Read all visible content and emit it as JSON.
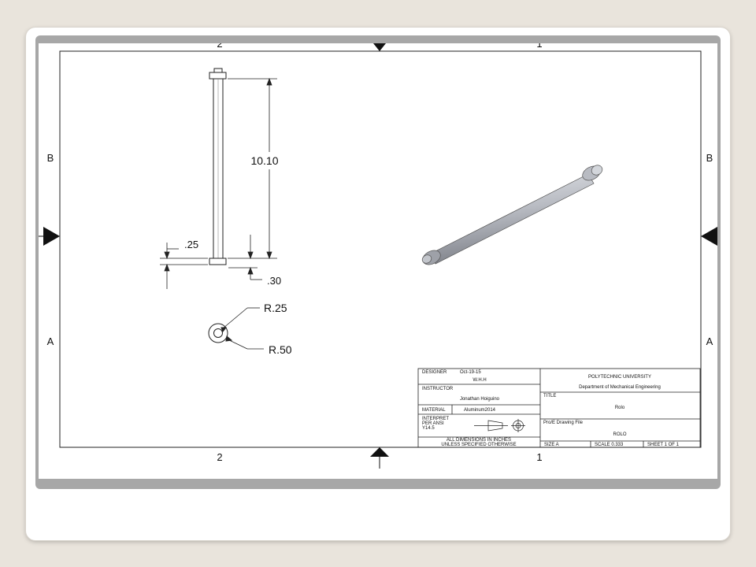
{
  "zones": {
    "top_left": "2",
    "top_right": "1",
    "bottom_left": "2",
    "bottom_right": "1",
    "left_upper": "B",
    "left_lower": "A",
    "right_upper": "B",
    "right_lower": "A"
  },
  "dimensions": {
    "length": "10.10",
    "flange_thickness": ".25",
    "end_gap": ".30",
    "inner_radius": "R.25",
    "outer_radius": "R.50"
  },
  "title_block": {
    "designer_label": "DESIGNER",
    "date": "Oct-19-15",
    "designer": "W.H.H",
    "instructor_label": "INSTRUCTOR",
    "instructor": "Jonathan Hoiguino",
    "material_label": "MATERIAL",
    "material": "Aluminum2014",
    "interpret_line1": "INTERPRET",
    "interpret_line2": "PER ANSI",
    "interpret_line3": "Y14.5",
    "note_line1": "ALL DIMENSIONS IN INCHES",
    "note_line2": "UNLESS SPECIFIED OTHERWISE",
    "university": "POLYTECHNIC UNIVERSITY",
    "department": "Department of Mechanical Engineering",
    "title_label": "TITLE",
    "title": "Rolo",
    "file_label": "Pro/E Drawing File",
    "file": "ROLO",
    "size": "SIZE A",
    "scale": "SCALE 0.333",
    "sheet": "SHEET 1 OF 1"
  }
}
